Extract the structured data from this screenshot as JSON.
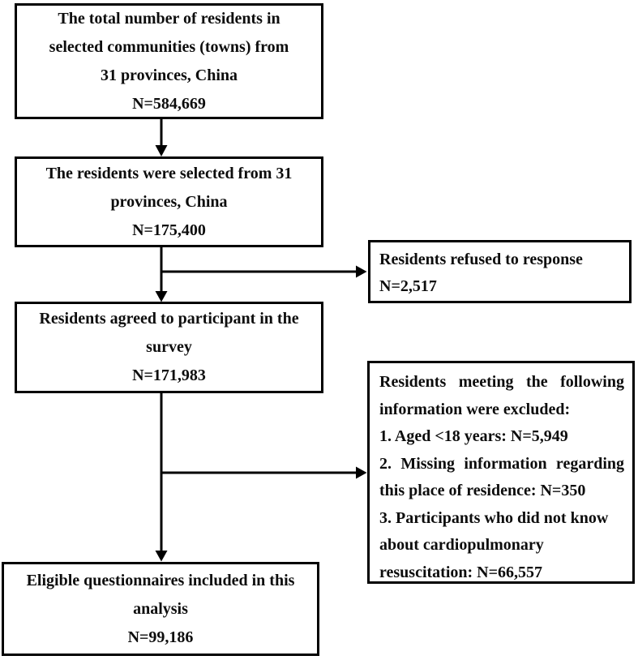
{
  "diagram": {
    "type": "flowchart",
    "boxes": {
      "total": {
        "lines": [
          "The total number of residents in",
          "selected communities (towns) from",
          "31 provinces, China",
          "N=584,669"
        ]
      },
      "selected": {
        "lines": [
          "The residents were selected from 31",
          "provinces, China",
          "N=175,400"
        ]
      },
      "refused": {
        "lines": [
          "Residents refused to response",
          "N=2,517"
        ]
      },
      "agreed": {
        "lines": [
          "Residents agreed to participant in the",
          "survey",
          "N=171,983"
        ]
      },
      "excluded": {
        "lines": [
          "Residents meeting the following",
          "information were excluded:",
          "1. Aged <18 years: N=5,949",
          "2. Missing information regarding",
          "this place of residence: N=350",
          "3. Participants who did not know",
          "about cardiopulmonary",
          "resuscitation: N=66,557"
        ]
      },
      "eligible": {
        "lines": [
          "Eligible questionnaires included in this",
          "analysis",
          "N=99,186"
        ]
      }
    },
    "colors": {
      "line": "#000000",
      "box_border": "#000000",
      "background": "#ffffff",
      "text": "#0d0d0d"
    }
  }
}
